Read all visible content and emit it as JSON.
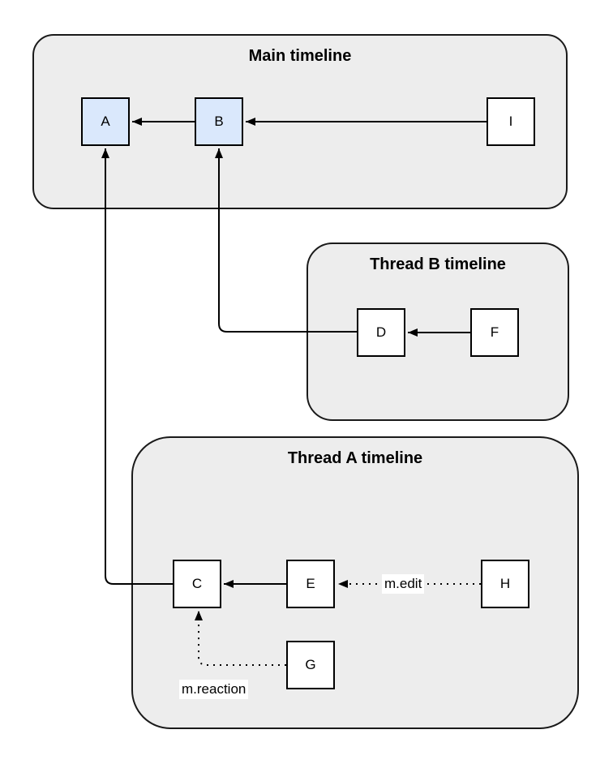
{
  "diagram": {
    "containers": [
      {
        "id": "main",
        "title": "Main timeline"
      },
      {
        "id": "thread-b",
        "title": "Thread B timeline"
      },
      {
        "id": "thread-a",
        "title": "Thread A timeline"
      }
    ],
    "nodes": {
      "A": {
        "label": "A",
        "fill": "#dae8fc",
        "container": "main"
      },
      "B": {
        "label": "B",
        "fill": "#dae8fc",
        "container": "main"
      },
      "I": {
        "label": "I",
        "fill": "#ffffff",
        "container": "main"
      },
      "D": {
        "label": "D",
        "fill": "#ffffff",
        "container": "thread-b"
      },
      "F": {
        "label": "F",
        "fill": "#ffffff",
        "container": "thread-b"
      },
      "C": {
        "label": "C",
        "fill": "#ffffff",
        "container": "thread-a"
      },
      "E": {
        "label": "E",
        "fill": "#ffffff",
        "container": "thread-a"
      },
      "H": {
        "label": "H",
        "fill": "#ffffff",
        "container": "thread-a"
      },
      "G": {
        "label": "G",
        "fill": "#ffffff",
        "container": "thread-a"
      }
    },
    "edges": [
      {
        "from": "B",
        "to": "A",
        "style": "solid",
        "label": ""
      },
      {
        "from": "I",
        "to": "B",
        "style": "solid",
        "label": ""
      },
      {
        "from": "F",
        "to": "D",
        "style": "solid",
        "label": ""
      },
      {
        "from": "D",
        "to": "B",
        "style": "solid",
        "label": ""
      },
      {
        "from": "E",
        "to": "C",
        "style": "solid",
        "label": ""
      },
      {
        "from": "C",
        "to": "A",
        "style": "solid",
        "label": ""
      },
      {
        "from": "H",
        "to": "E",
        "style": "dotted",
        "label": "m.edit"
      },
      {
        "from": "G",
        "to": "C",
        "style": "dotted",
        "label": "m.reaction"
      }
    ],
    "colors": {
      "container_fill": "#ededed",
      "container_border": "#1a1a1a",
      "node_border": "#000000",
      "node_fill": "#ffffff",
      "highlight_fill": "#dae8fc",
      "edge": "#000000",
      "background": "#ffffff",
      "label_bg": "#ffffff",
      "text": "#000000"
    }
  }
}
